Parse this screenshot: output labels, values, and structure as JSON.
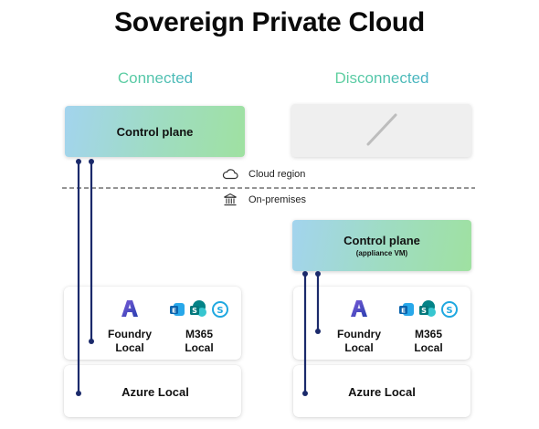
{
  "title": "Sovereign Private Cloud",
  "columns": {
    "connected": {
      "heading": "Connected",
      "control_plane": "Control plane",
      "foundry": "Foundry Local",
      "m365": "M365 Local",
      "azure_local": "Azure Local"
    },
    "disconnected": {
      "heading": "Disconnected",
      "control_plane": "Control plane",
      "control_plane_sub": "(appliance VM)",
      "foundry": "Foundry Local",
      "m365": "M365 Local",
      "azure_local": "Azure Local"
    }
  },
  "regions": {
    "cloud": {
      "label": "Cloud region",
      "icon": "cloud-icon"
    },
    "onprem": {
      "label": "On-premises",
      "icon": "building-icon"
    }
  },
  "icons": [
    "foundry-icon",
    "exchange-icon",
    "sharepoint-icon",
    "skype-icon"
  ],
  "colors": {
    "connector": "#1b2a6b",
    "divider": "#555555",
    "heading_green": "#6fdc93",
    "heading_blue": "#3a9fde"
  }
}
